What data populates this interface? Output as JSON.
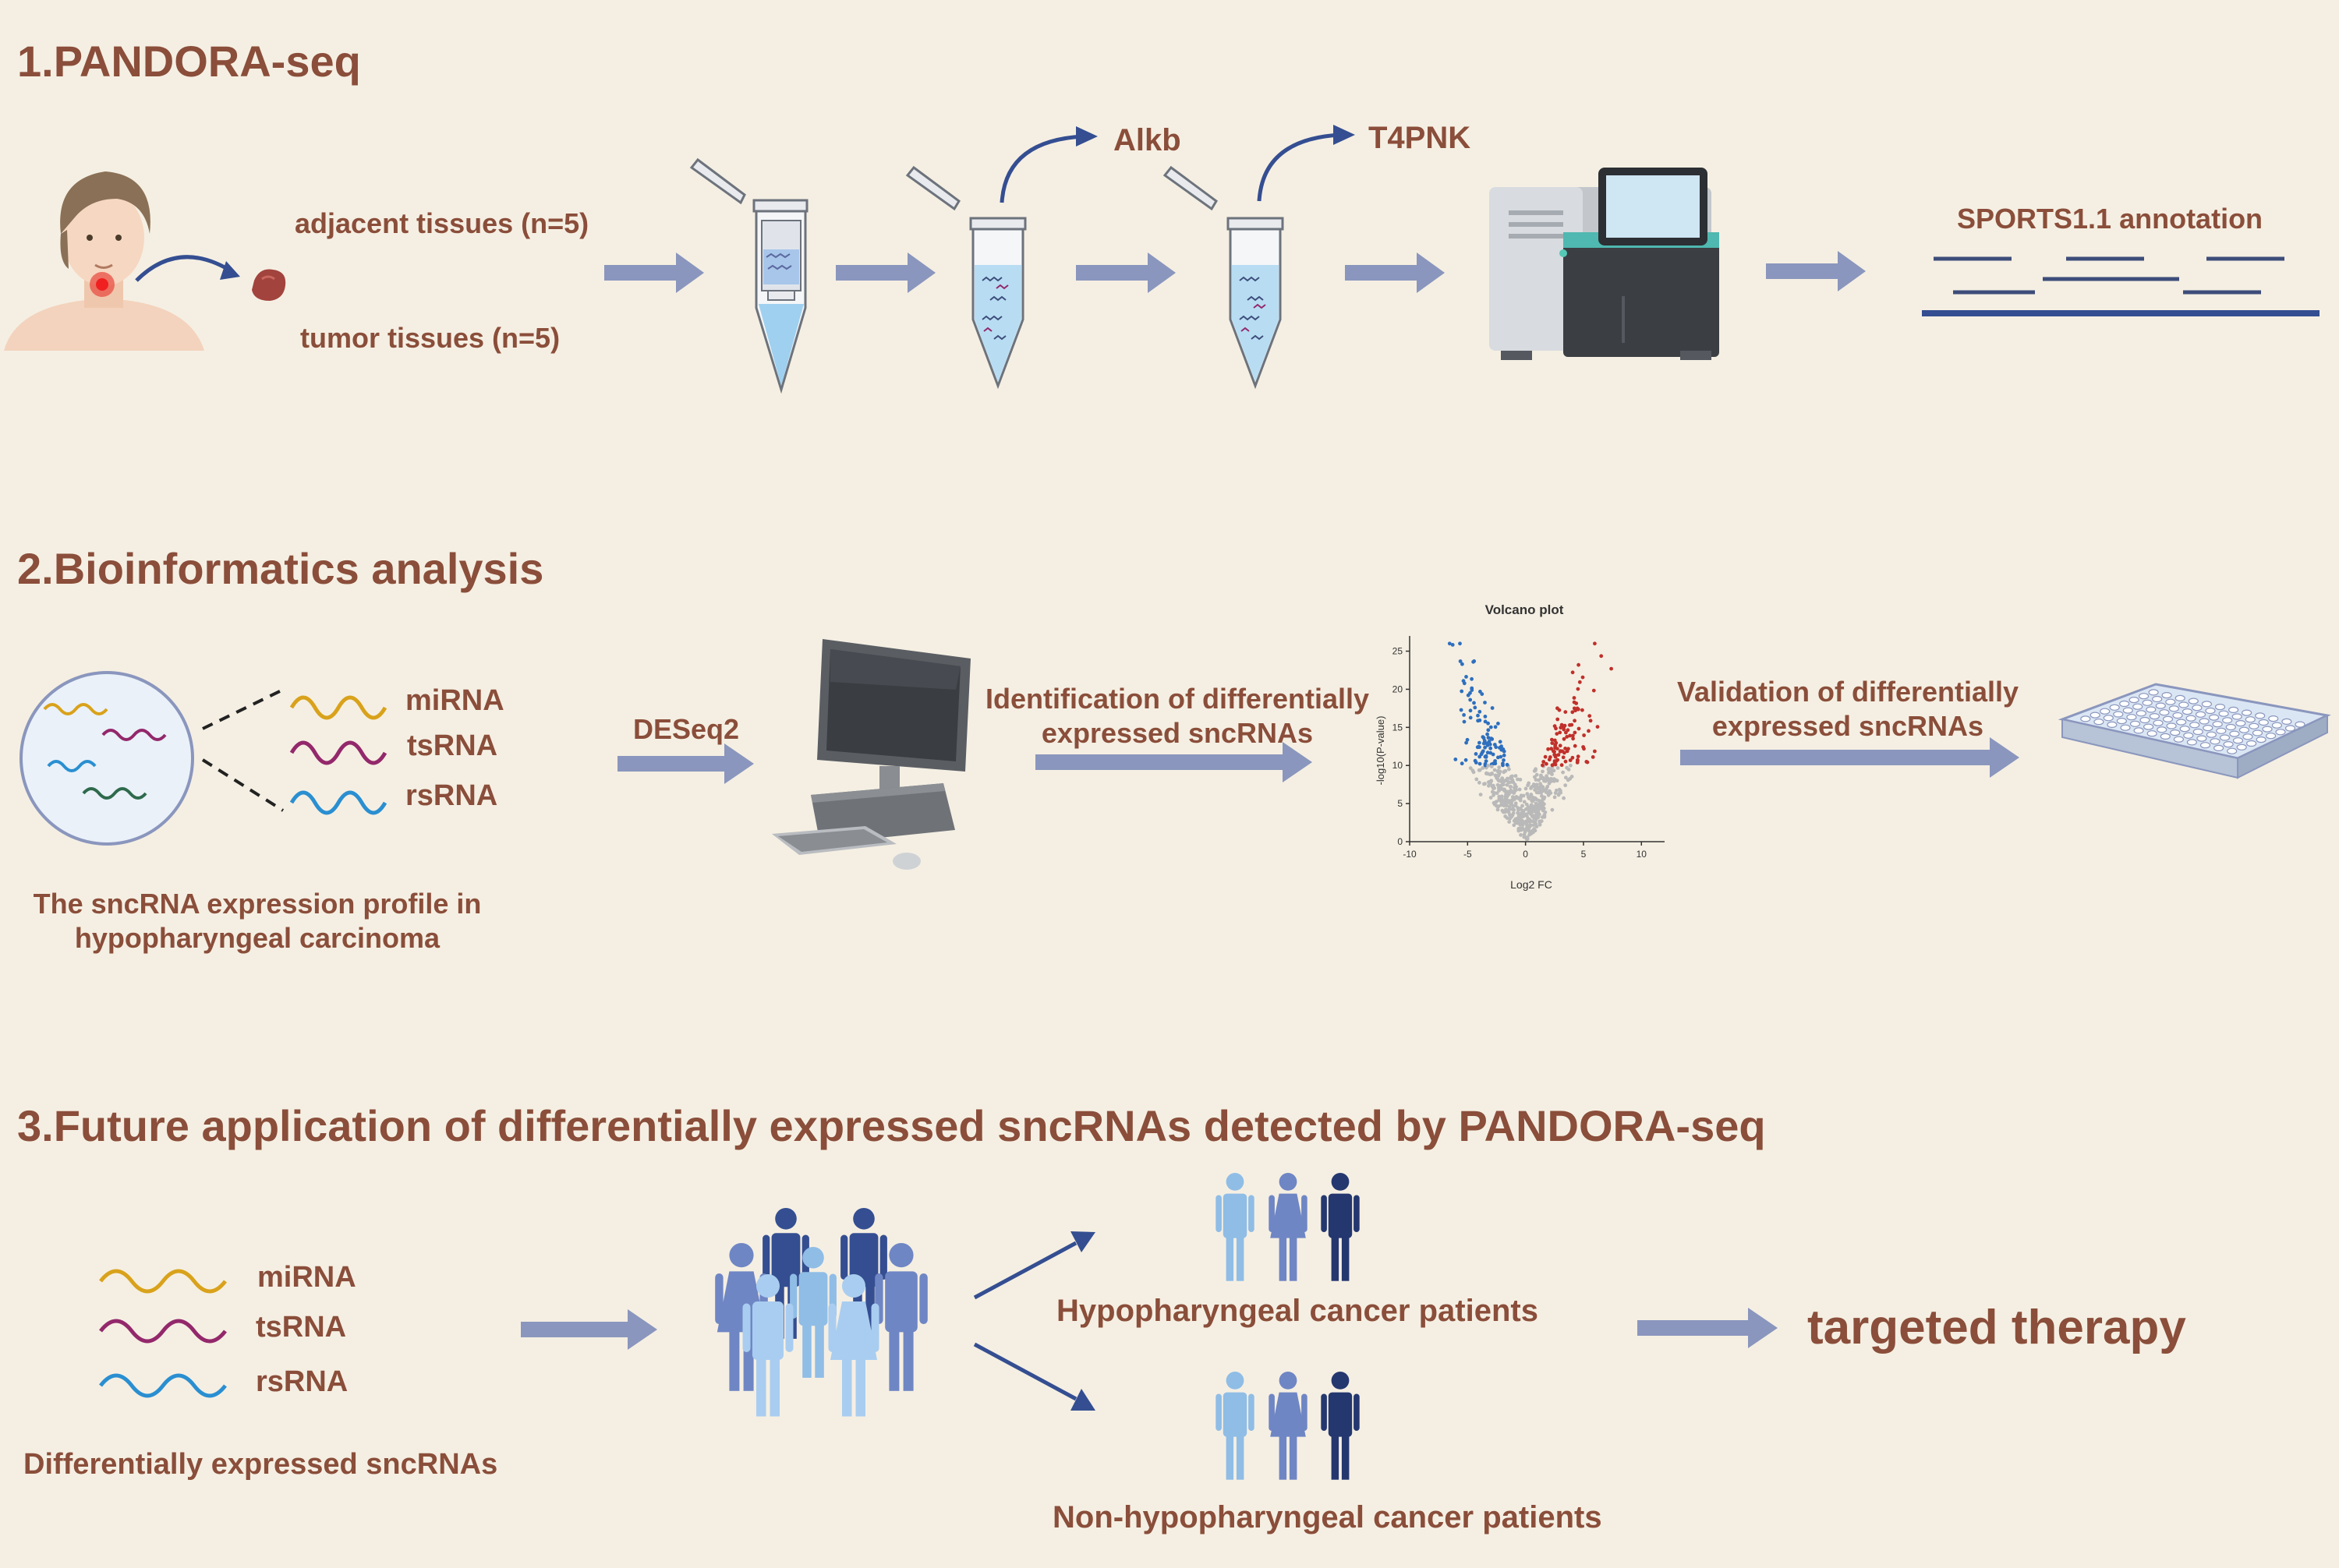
{
  "sections": {
    "s1": {
      "title": "1.PANDORA-seq"
    },
    "s2": {
      "title": "2.Bioinformatics analysis"
    },
    "s3": {
      "title": "3.Future application of differentially expressed sncRNAs detected by PANDORA-seq"
    }
  },
  "pandora": {
    "adjacent": "adjacent tissues (n=5)",
    "tumor": "tumor tissues (n=5)",
    "enzyme1": "Alkb",
    "enzyme2": "T4PNK",
    "annotation": "SPORTS1.1 annotation"
  },
  "bioinfo": {
    "rna_types": [
      "miRNA",
      "tsRNA",
      "rsRNA"
    ],
    "profile_line1": "The sncRNA expression profile in",
    "profile_line2": "hypopharyngeal carcinoma",
    "deseq": "DESeq2",
    "identification_line1": "Identification of differentially",
    "identification_line2": "expressed sncRNAs",
    "validation_line1": "Validation of differentially",
    "validation_line2": "expressed sncRNAs"
  },
  "volcano": {
    "title": "Volcano plot",
    "xlabel": "Log2 FC",
    "ylabel": "-log10(P-value)",
    "xticks": [
      "-10",
      "-5",
      "0",
      "5",
      "10"
    ],
    "yticks": [
      "0",
      "5",
      "10",
      "15",
      "20",
      "25"
    ]
  },
  "future": {
    "rna_types": [
      "miRNA",
      "tsRNA",
      "rsRNA"
    ],
    "diff_label": "Differentially expressed sncRNAs",
    "hypo": "Hypopharyngeal cancer patients",
    "nonhypo": "Non-hypopharyngeal cancer patients",
    "therapy": "targeted therapy"
  },
  "colors": {
    "title": "#8a4e3a",
    "arrow": "#8a96bd",
    "mirna": "#d9a21b",
    "tsrna": "#93286b",
    "rsrna": "#2a8fd1",
    "up": "#c0302b",
    "down": "#2e6fbe"
  }
}
